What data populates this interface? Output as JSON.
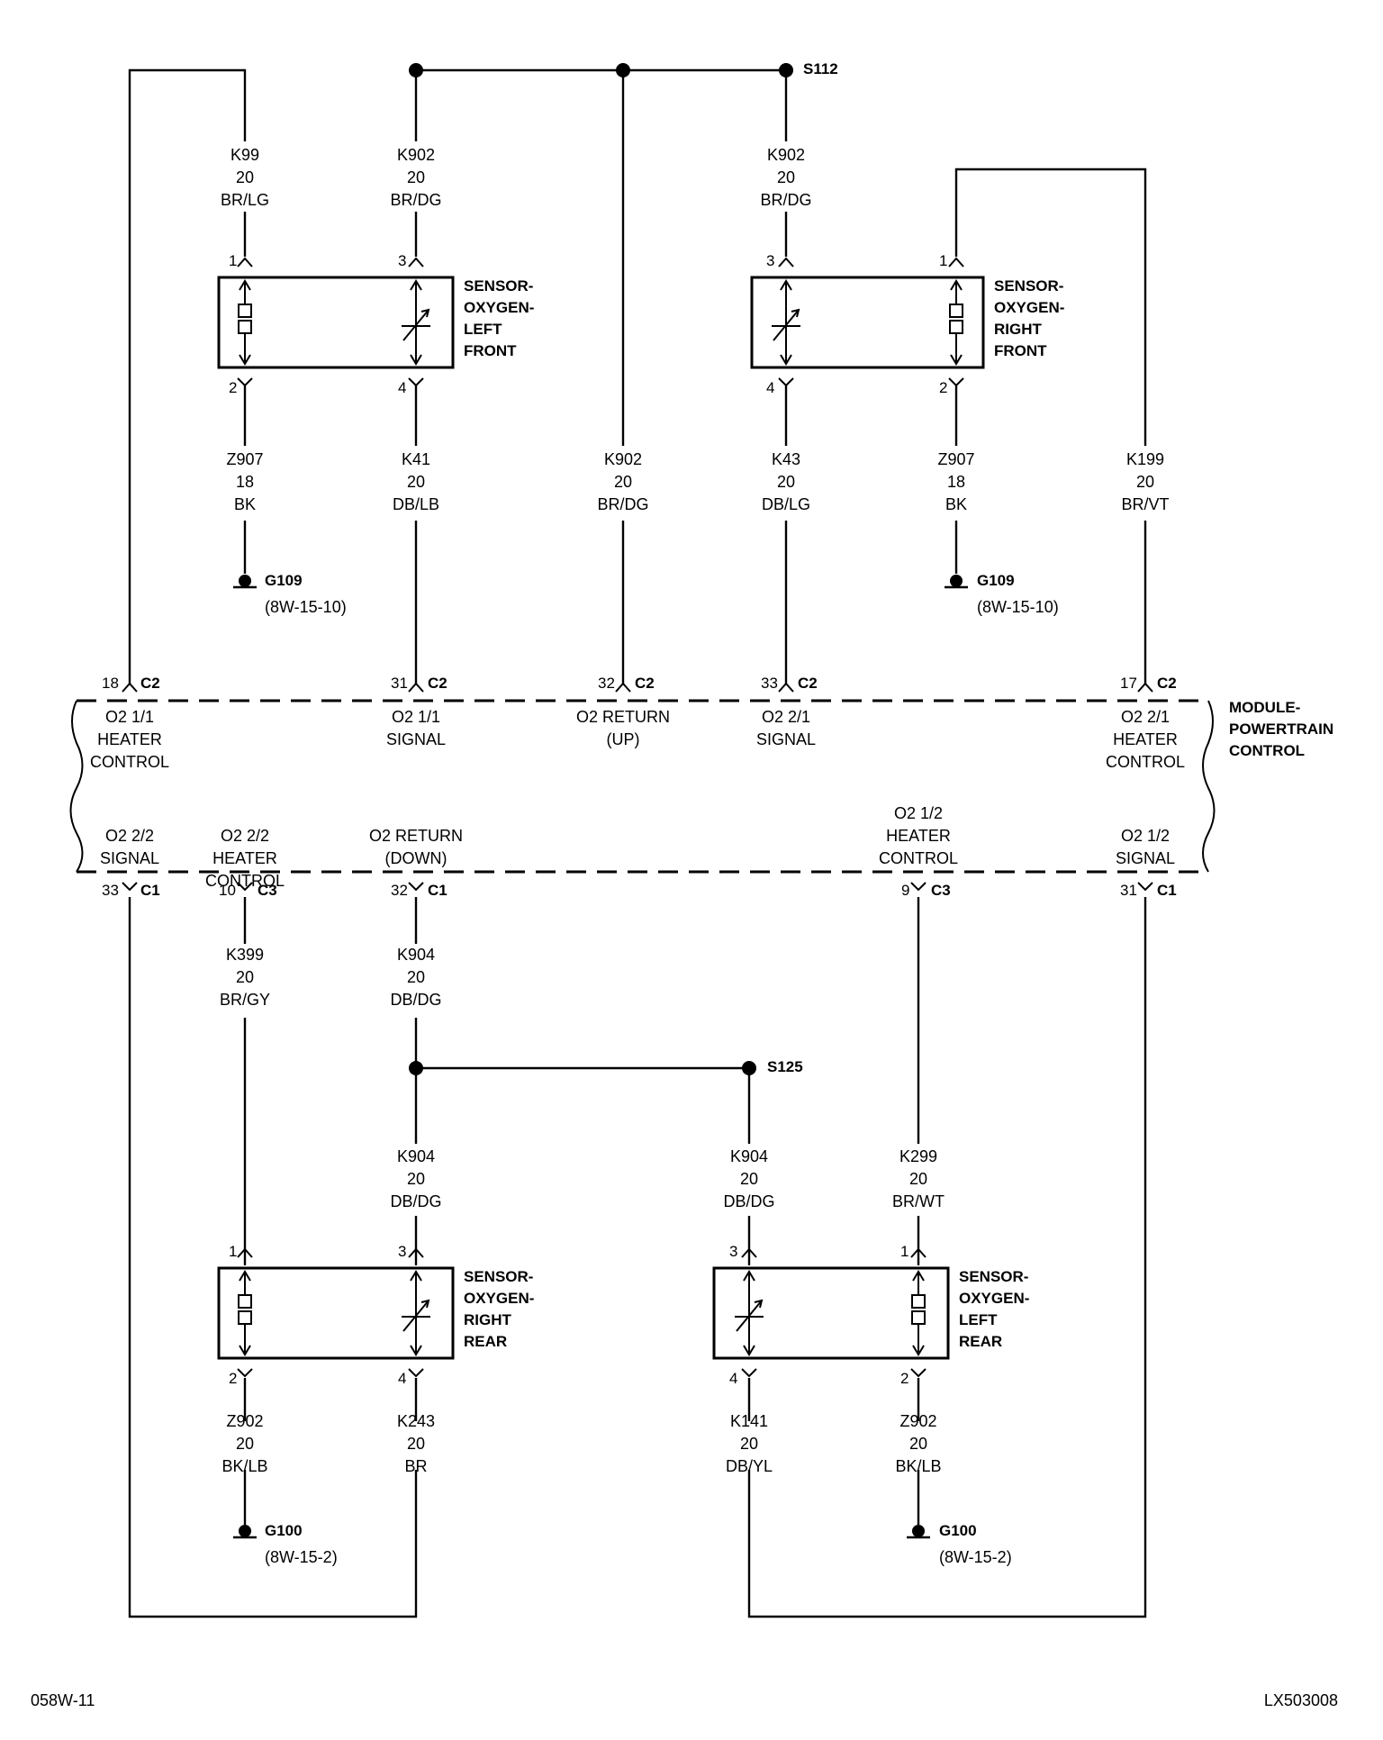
{
  "diagram": {
    "splices": [
      "S112",
      "S125"
    ],
    "grounds": [
      {
        "id": "G109",
        "ref": "(8W-15-10)"
      },
      {
        "id": "G100",
        "ref": "(8W-15-2)"
      }
    ],
    "module_label": [
      "MODULE-",
      "POWERTRAIN",
      "CONTROL"
    ],
    "sensors": {
      "left_front": [
        "SENSOR-",
        "OXYGEN-",
        "LEFT",
        "FRONT"
      ],
      "right_front": [
        "SENSOR-",
        "OXYGEN-",
        "RIGHT",
        "FRONT"
      ],
      "right_rear": [
        "SENSOR-",
        "OXYGEN-",
        "RIGHT",
        "REAR"
      ],
      "left_rear": [
        "SENSOR-",
        "OXYGEN-",
        "LEFT",
        "REAR"
      ]
    },
    "wires": {
      "k99": [
        "K99",
        "20",
        "BR/LG"
      ],
      "k902": [
        "K902",
        "20",
        "BR/DG"
      ],
      "z907": [
        "Z907",
        "18",
        "BK"
      ],
      "k41": [
        "K41",
        "20",
        "DB/LB"
      ],
      "k43": [
        "K43",
        "20",
        "DB/LG"
      ],
      "k199": [
        "K199",
        "20",
        "BR/VT"
      ],
      "k399": [
        "K399",
        "20",
        "BR/GY"
      ],
      "k904": [
        "K904",
        "20",
        "DB/DG"
      ],
      "k299": [
        "K299",
        "20",
        "BR/WT"
      ],
      "z902": [
        "Z902",
        "20",
        "BK/LB"
      ],
      "k243": [
        "K243",
        "20",
        "BR"
      ],
      "k141": [
        "K141",
        "20",
        "DB/YL"
      ]
    },
    "pins": {
      "p1": "1",
      "p2": "2",
      "p3": "3",
      "p4": "4",
      "p9": "9",
      "p10": "10",
      "p17": "17",
      "p18": "18",
      "p31": "31",
      "p32": "32",
      "p33": "33"
    },
    "connectors": {
      "c1": "C1",
      "c2": "C2",
      "c3": "C3"
    },
    "module_functions": {
      "top": {
        "o2_11_heater": [
          "O2 1/1",
          "HEATER",
          "CONTROL"
        ],
        "o2_11_signal": [
          "O2 1/1",
          "SIGNAL"
        ],
        "o2_return_up": [
          "O2 RETURN",
          "(UP)"
        ],
        "o2_21_signal": [
          "O2 2/1",
          "SIGNAL"
        ],
        "o2_21_heater": [
          "O2 2/1",
          "HEATER",
          "CONTROL"
        ]
      },
      "bottom": {
        "o2_22_signal": [
          "O2 2/2",
          "SIGNAL"
        ],
        "o2_22_heater": [
          "O2 2/2",
          "HEATER",
          "CONTROL"
        ],
        "o2_return_down": [
          "O2 RETURN",
          "(DOWN)"
        ],
        "o2_12_heater": [
          "O2 1/2",
          "HEATER",
          "CONTROL"
        ],
        "o2_12_signal": [
          "O2 1/2",
          "SIGNAL"
        ]
      }
    },
    "page_ref": "058W-11",
    "figure_id": "LX503008"
  }
}
